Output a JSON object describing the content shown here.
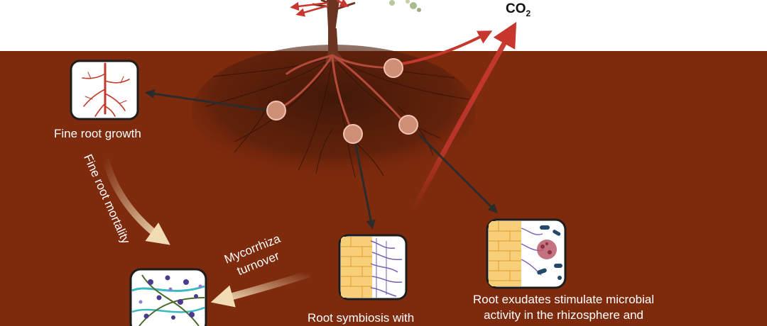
{
  "labels": {
    "co2_main": "CO",
    "co2_sub": "2",
    "fine_root_growth": "Fine root growth",
    "fine_root_mortality": "Fine root mortality",
    "mycorrhiza_line1": "Mycorrhiza",
    "mycorrhiza_line2": "turnover",
    "symbiosis_line1": "Root symbiosis with",
    "exudates_line1": "Root exudates stimulate microbial",
    "exudates_line2": "activity in the rhizosphere and"
  },
  "colors": {
    "soil": "#7d2a0d",
    "sky": "#ffffff",
    "carbon_flux_arrow": "#c8372e",
    "flow_arrow": "#2b2b2b",
    "turnover_arrow": "#f1dcb6",
    "root": "#b54a3a",
    "root_cell": "#f4b23e",
    "fungal_hyphae": "#7a5db3"
  },
  "icons": [
    "fine-root-icon",
    "necromass-icon",
    "root-symbiosis-icon",
    "rhizosphere-microbes-icon",
    "root-node-marker"
  ]
}
